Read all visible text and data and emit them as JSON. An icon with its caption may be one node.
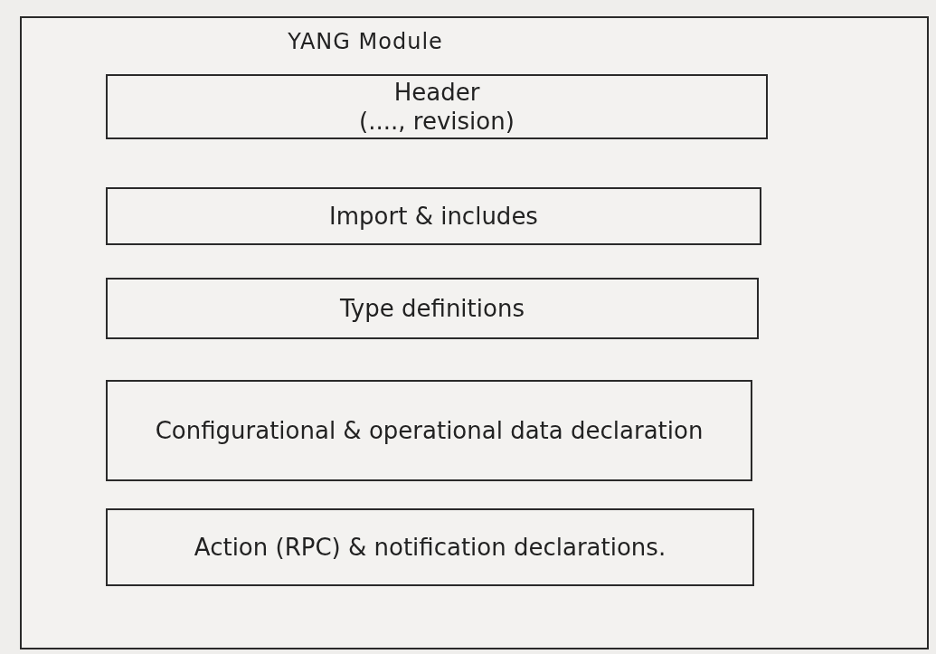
{
  "diagram": {
    "nodes": [
      {
        "text": [
          "YANG Module"
        ]
      },
      {
        "text": [
          "Header",
          "(...., revision)"
        ],
        "in": 0
      },
      {
        "text": [
          "Import & includes"
        ],
        "in": 0
      },
      {
        "text": [
          "Type definitions"
        ],
        "in": 0
      },
      {
        "text": [
          "Configurational & operational data declaration"
        ],
        "in": 0
      },
      {
        "text": [
          "Action (RPC) & notification declarations."
        ],
        "in": 0
      }
    ]
  }
}
